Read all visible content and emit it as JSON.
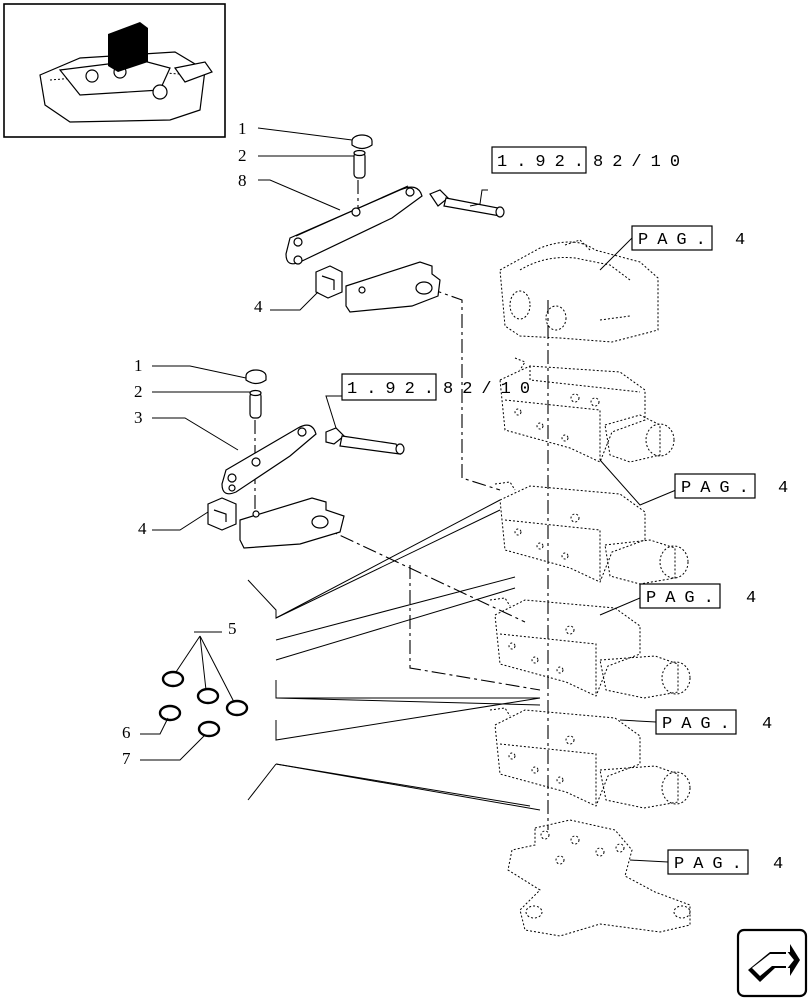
{
  "callouts": {
    "top": [
      "1",
      "2",
      "8",
      "4"
    ],
    "middle": [
      "1",
      "2",
      "3",
      "4"
    ],
    "seals": [
      "5",
      "6",
      "7"
    ]
  },
  "references": {
    "group_ref_top": "1.92.82/10",
    "group_ref_middle": "1.92.82/10",
    "page_ref_label": "PAG.",
    "page_ref_number": "4"
  },
  "page_refs": [
    {
      "label": "PAG.",
      "number": "4"
    },
    {
      "label": "PAG.",
      "number": "4"
    },
    {
      "label": "PAG.",
      "number": "4"
    },
    {
      "label": "PAG.",
      "number": "4"
    },
    {
      "label": "PAG.",
      "number": "4"
    }
  ],
  "icons": {
    "thumbnail": "tractor-lift-cover-thumbnail-icon",
    "navigation": "next-page-arrow-icon"
  }
}
